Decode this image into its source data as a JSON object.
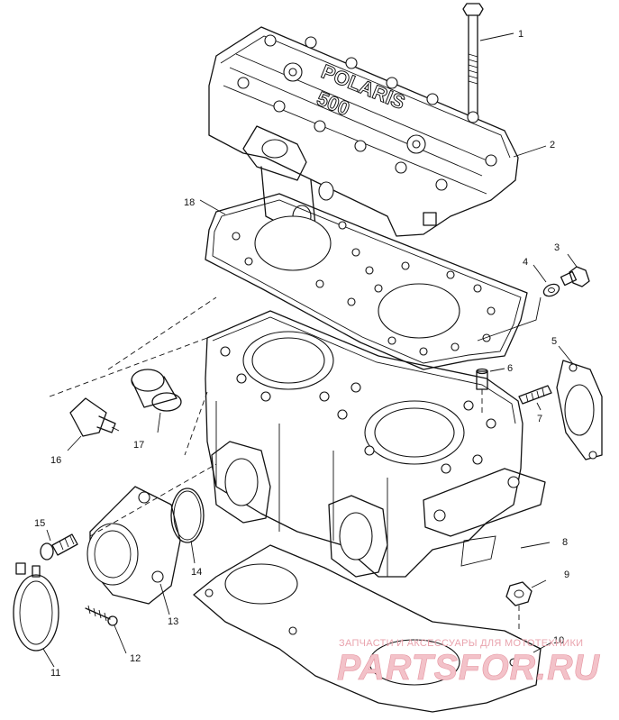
{
  "diagram": {
    "callouts": [
      {
        "id": "1",
        "label": "1"
      },
      {
        "id": "2",
        "label": "2"
      },
      {
        "id": "3",
        "label": "3"
      },
      {
        "id": "4",
        "label": "4"
      },
      {
        "id": "5",
        "label": "5"
      },
      {
        "id": "6",
        "label": "6"
      },
      {
        "id": "7",
        "label": "7"
      },
      {
        "id": "8",
        "label": "8"
      },
      {
        "id": "9",
        "label": "9"
      },
      {
        "id": "10",
        "label": "10"
      },
      {
        "id": "11",
        "label": "11"
      },
      {
        "id": "12",
        "label": "12"
      },
      {
        "id": "13",
        "label": "13"
      },
      {
        "id": "14",
        "label": "14"
      },
      {
        "id": "15",
        "label": "15"
      },
      {
        "id": "16",
        "label": "16"
      },
      {
        "id": "17",
        "label": "17"
      },
      {
        "id": "18",
        "label": "18"
      }
    ],
    "head_cast_text": "POLARIS",
    "head_cast_number": "500"
  },
  "watermark": {
    "tagline": "ЗАПЧАСТИ И АКСЕССУАРЫ ДЛЯ МОТОТЕХНИКИ",
    "brand": "PARTSFOR.RU",
    "color": "#e594a0"
  }
}
